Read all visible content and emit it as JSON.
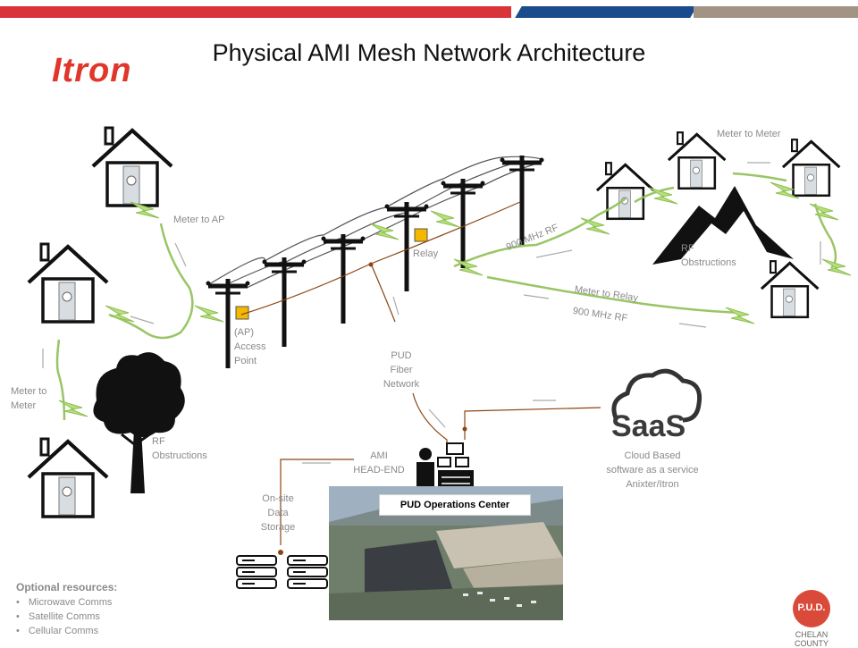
{
  "header": {
    "title": "Physical AMI Mesh Network Architecture",
    "brand": "Itron",
    "band_colors": [
      "#d9343a",
      "#1a4b8c",
      "#a39385"
    ]
  },
  "labels": {
    "meter_to_ap": "Meter to AP",
    "meter_to_meter_left": [
      "Meter to",
      "Meter"
    ],
    "rf_obstructions_tree": [
      "RF",
      "Obstructions"
    ],
    "access_point": [
      "(AP)",
      "Access",
      "Point"
    ],
    "relay": "Relay",
    "pud_fiber": [
      "PUD",
      "Fiber",
      "Network"
    ],
    "rf_900_top": "900 MHz RF",
    "meter_to_relay": "Meter to Relay",
    "rf_900_bottom": "900 MHz RF",
    "meter_to_meter_right": "Meter to Meter",
    "rf_obstructions_mountain": [
      "RF",
      "Obstructions"
    ],
    "ami_head_end": [
      "AMI",
      "HEAD-END"
    ],
    "onsite_storage": [
      "On-site",
      "Data",
      "Storage"
    ],
    "ops_center": "PUD Operations Center",
    "saas": "SaaS",
    "cloud": [
      "Cloud Based",
      "software as a service",
      "Anixter/Itron"
    ]
  },
  "optional_resources": {
    "heading": "Optional resources",
    "items": [
      "Microwave Comms",
      "Satellite Comms",
      "Cellular Comms"
    ]
  },
  "footer_logo": {
    "seal": "P.U.D.",
    "county": "CHELAN COUNTY"
  },
  "colors": {
    "fiber_line": "#8b4513",
    "rf_bolt": "#b6e07a",
    "marker": "#f5b800"
  }
}
